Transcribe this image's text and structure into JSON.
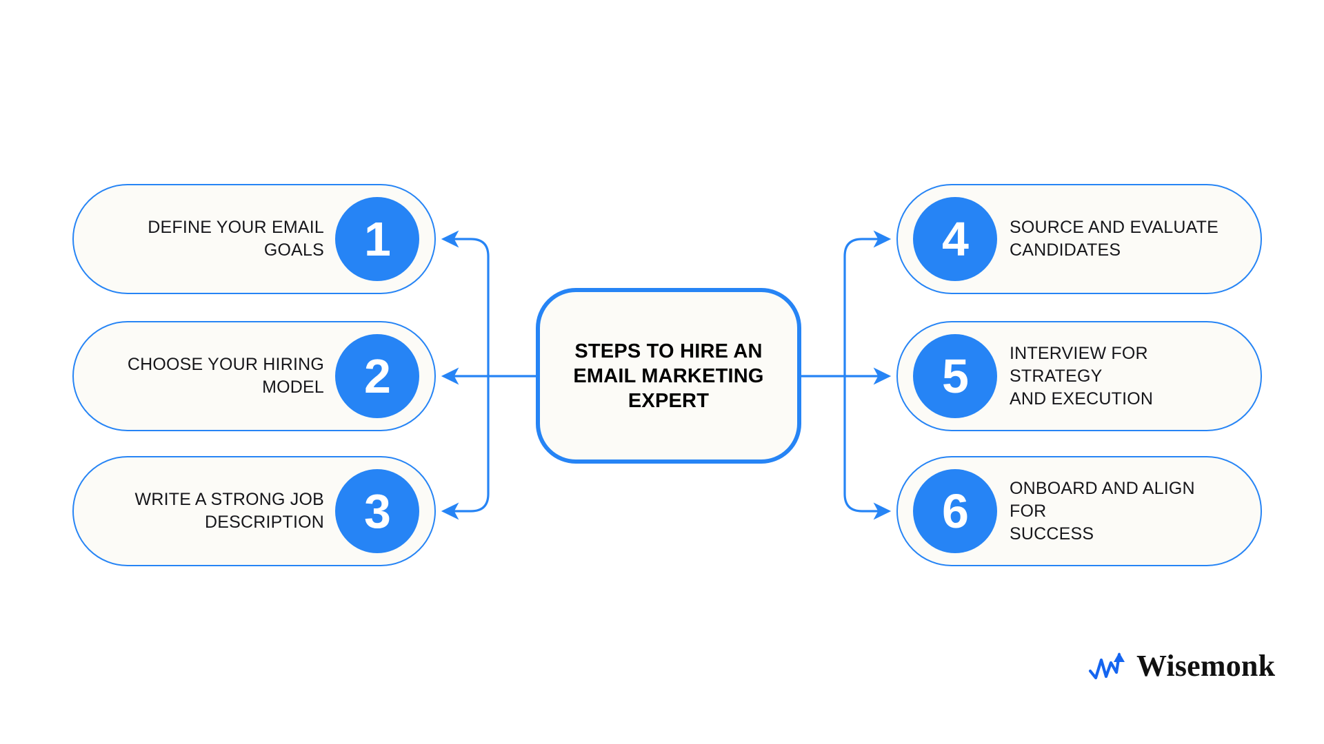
{
  "diagram": {
    "title": "STEPS TO HIRE AN\nEMAIL MARKETING\nEXPERT",
    "colors": {
      "accent": "#2684F5",
      "card_fill": "#FCFBF7",
      "card_border": "#2684F5",
      "text": "#16161A",
      "background": "#FFFFFF"
    },
    "left_steps": [
      {
        "number": "1",
        "label": "DEFINE YOUR EMAIL\nGOALS"
      },
      {
        "number": "2",
        "label": "CHOOSE YOUR HIRING\nMODEL"
      },
      {
        "number": "3",
        "label": "WRITE A STRONG JOB\nDESCRIPTION"
      }
    ],
    "right_steps": [
      {
        "number": "4",
        "label": "SOURCE AND EVALUATE\nCANDIDATES"
      },
      {
        "number": "5",
        "label": "INTERVIEW FOR STRATEGY\nAND EXECUTION"
      },
      {
        "number": "6",
        "label": "ONBOARD AND ALIGN FOR\nSUCCESS"
      }
    ]
  },
  "branding": {
    "name": "Wisemonk",
    "mark": "upward-zigzag-arrow-icon"
  }
}
